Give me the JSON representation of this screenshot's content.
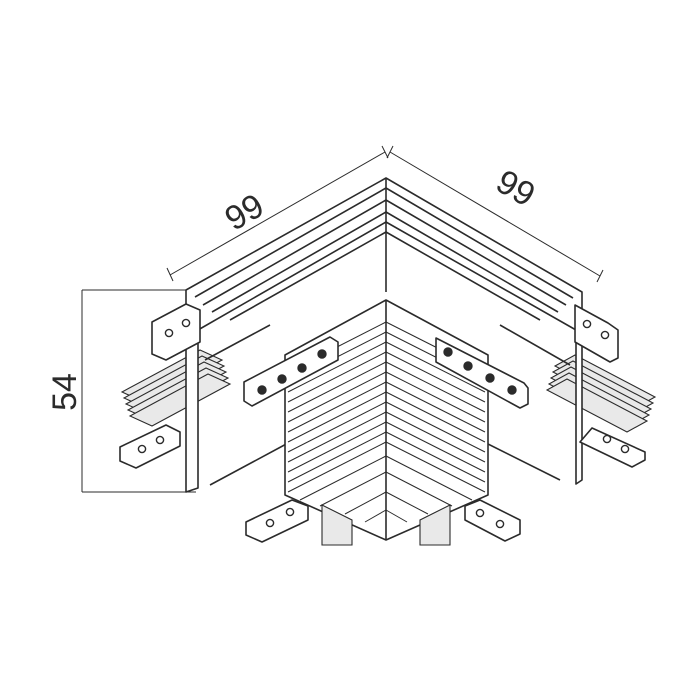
{
  "dimensions": {
    "left_length": "99",
    "right_length": "99",
    "height": "54"
  }
}
